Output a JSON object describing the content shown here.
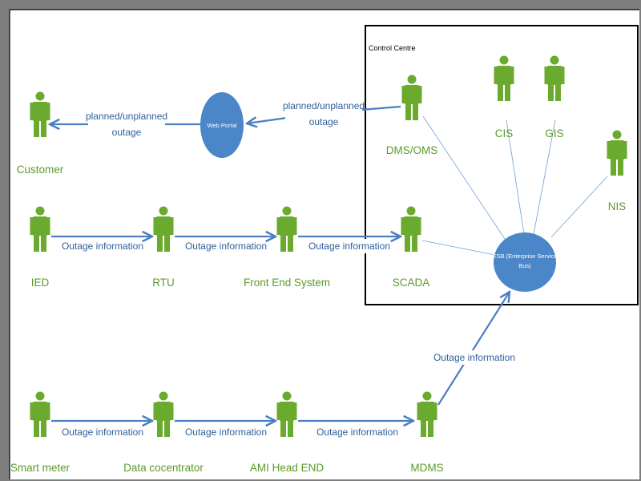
{
  "colors": {
    "actor": "#6aaa2e",
    "actor_label": "#5a9a2a",
    "arrow": "#4a7fc1",
    "ellipse": "#4a86c8",
    "edge_label": "#2f5f98",
    "box": "#000000"
  },
  "control_centre": {
    "title": "Control Centre"
  },
  "actors": {
    "customer": "Customer",
    "dms_oms": "DMS/OMS",
    "cis": "CIS",
    "gis": "GIS",
    "nis": "NIS",
    "ied": "IED",
    "rtu": "RTU",
    "front_end": "Front End System",
    "scada": "SCADA",
    "smart_meter": "Smart meter",
    "data_concentrator": "Data cocentrator",
    "ami_head_end": "AMI Head END",
    "mdms": "MDMS"
  },
  "nodes": {
    "web_portal": "Web Portal",
    "esb_line1": "ESB (Enterprise Service",
    "esb_line2": "Bus)"
  },
  "edge_labels": {
    "portal_to_customer": [
      "planned/unplanned",
      "outage"
    ],
    "dms_to_portal": [
      "planned/unplanned",
      "outage"
    ],
    "ied_rtu": "Outage information",
    "rtu_fes": "Outage information",
    "fes_scada": "Outage information",
    "sm_dc": "Outage information",
    "dc_ami": "Outage information",
    "ami_mdms": "Outage information",
    "mdms_esb": "Outage information"
  }
}
